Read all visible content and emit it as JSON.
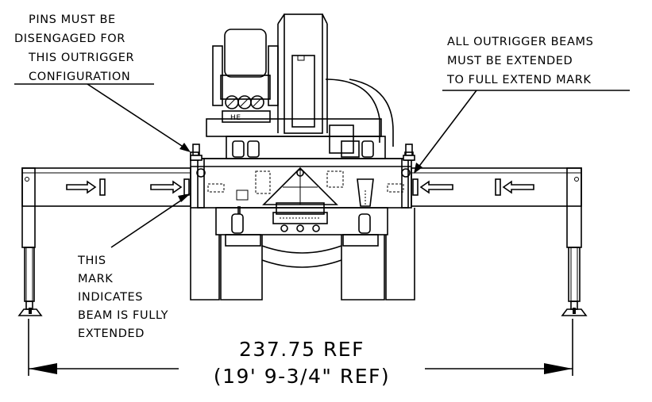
{
  "notes": {
    "pins": {
      "lines": [
        "PINS MUST BE",
        "DISENGAGED FOR",
        "THIS OUTRIGGER",
        "CONFIGURATION"
      ]
    },
    "beams": {
      "lines": [
        "ALL OUTRIGGER BEAMS",
        "MUST BE EXTENDED",
        "TO FULL EXTEND MARK"
      ]
    },
    "mark": {
      "lines": [
        "THIS",
        "MARK",
        "INDICATES",
        "BEAM IS FULLY",
        "EXTENDED"
      ]
    }
  },
  "dimension": {
    "primary": "237.75 REF",
    "secondary": "(19' 9-3/4\" REF)"
  }
}
